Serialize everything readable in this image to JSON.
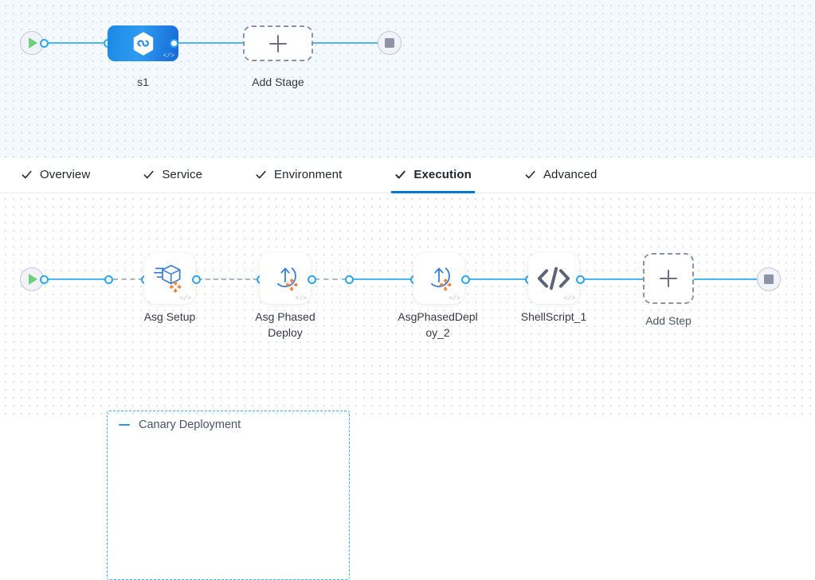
{
  "stage_canvas": {
    "start_node": {
      "icon": "play-icon",
      "title": "Start"
    },
    "end_node": {
      "icon": "stop-icon",
      "title": "End"
    },
    "stage": {
      "label": "s1",
      "icon": "pipeline-hexagon-icon",
      "badge": "</>"
    },
    "add_stage": {
      "label": "Add Stage",
      "icon": "plus-icon"
    }
  },
  "tabs": {
    "items": [
      {
        "label": "Overview",
        "icon": "check-icon",
        "active": false
      },
      {
        "label": "Service",
        "icon": "check-icon",
        "active": false
      },
      {
        "label": "Environment",
        "icon": "check-icon",
        "active": false
      },
      {
        "label": "Execution",
        "icon": "check-icon",
        "active": true
      },
      {
        "label": "Advanced",
        "icon": "check-icon",
        "active": false
      }
    ],
    "active_index": 3,
    "active_underline_color": "#0278d5"
  },
  "execution_canvas": {
    "start_node": {
      "icon": "play-icon",
      "title": "Start"
    },
    "end_node": {
      "icon": "stop-icon",
      "title": "End"
    },
    "group": {
      "title": "Canary Deployment",
      "collapse_icon": "minus-icon",
      "border_color": "#31b4f2"
    },
    "steps": [
      {
        "label": "Asg Setup",
        "icon": "asg-setup-box-icon",
        "badge": "</>",
        "in_group": true
      },
      {
        "label": "Asg Phased\nDeploy",
        "icon": "asg-phased-deploy-icon",
        "badge": "</>",
        "in_group": true
      },
      {
        "label": "AsgPhasedDepl\noy_2",
        "icon": "asg-phased-deploy-icon",
        "badge": "</>",
        "in_group": false
      },
      {
        "label": "ShellScript_1",
        "icon": "code-brackets-icon",
        "badge": "</>",
        "in_group": false
      }
    ],
    "add_step": {
      "label": "Add Step",
      "icon": "plus-icon"
    }
  },
  "colors": {
    "accent_blue": "#0278d5",
    "connector_blue": "#4db8f0",
    "port_blue": "#2ba6f2",
    "group_blue": "#31b4f2",
    "orange": "#f4803a",
    "start_green": "#6fcf7c",
    "stop_gray": "#8e93a8",
    "stage_gradient_from": "#1b88e8",
    "stage_gradient_to": "#1769d6",
    "canvas_top_bg": "#f3f9fd",
    "canvas_bottom_bg": "#ffffff"
  }
}
